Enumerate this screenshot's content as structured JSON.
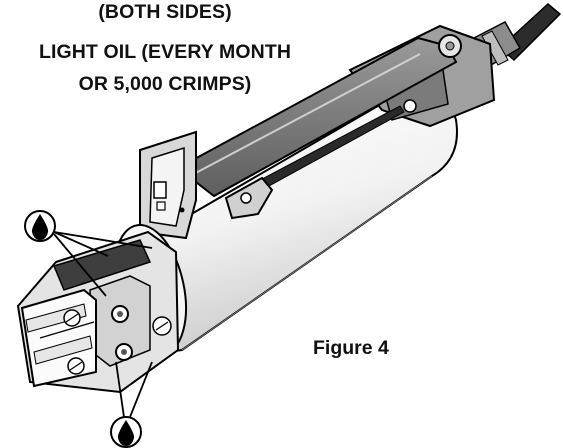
{
  "callout": {
    "line1": "(BOTH SIDES)",
    "line2": "LIGHT OIL (EVERY MONTH",
    "line3": "OR 5,000 CRIMPS)"
  },
  "figure_label": "Figure 4",
  "icons": [
    "oil-drop-icon"
  ]
}
